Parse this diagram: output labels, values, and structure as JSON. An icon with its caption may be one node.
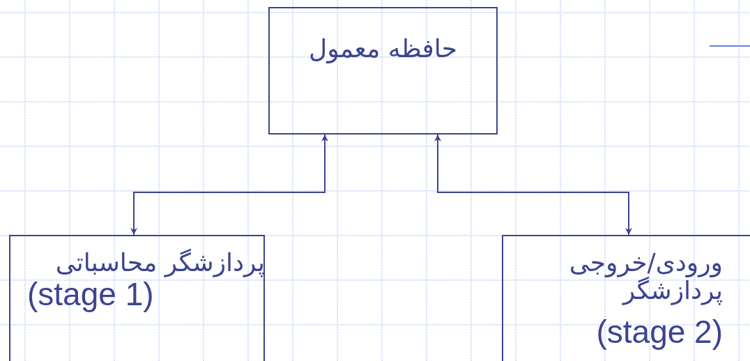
{
  "diagram": {
    "nodes": [
      {
        "text": [
          "حافظه معمول"
        ]
      },
      {
        "text": [
          "پردازشگر محاسباتی",
          "(stage 1)"
        ]
      },
      {
        "text": [
          "ورودی/خروجی پردازشگر",
          "(stage 2)"
        ]
      }
    ],
    "edges": [
      {
        "from": 0,
        "to": 1,
        "arrow": "both"
      },
      {
        "from": 0,
        "to": 2,
        "arrow": "both"
      }
    ]
  }
}
